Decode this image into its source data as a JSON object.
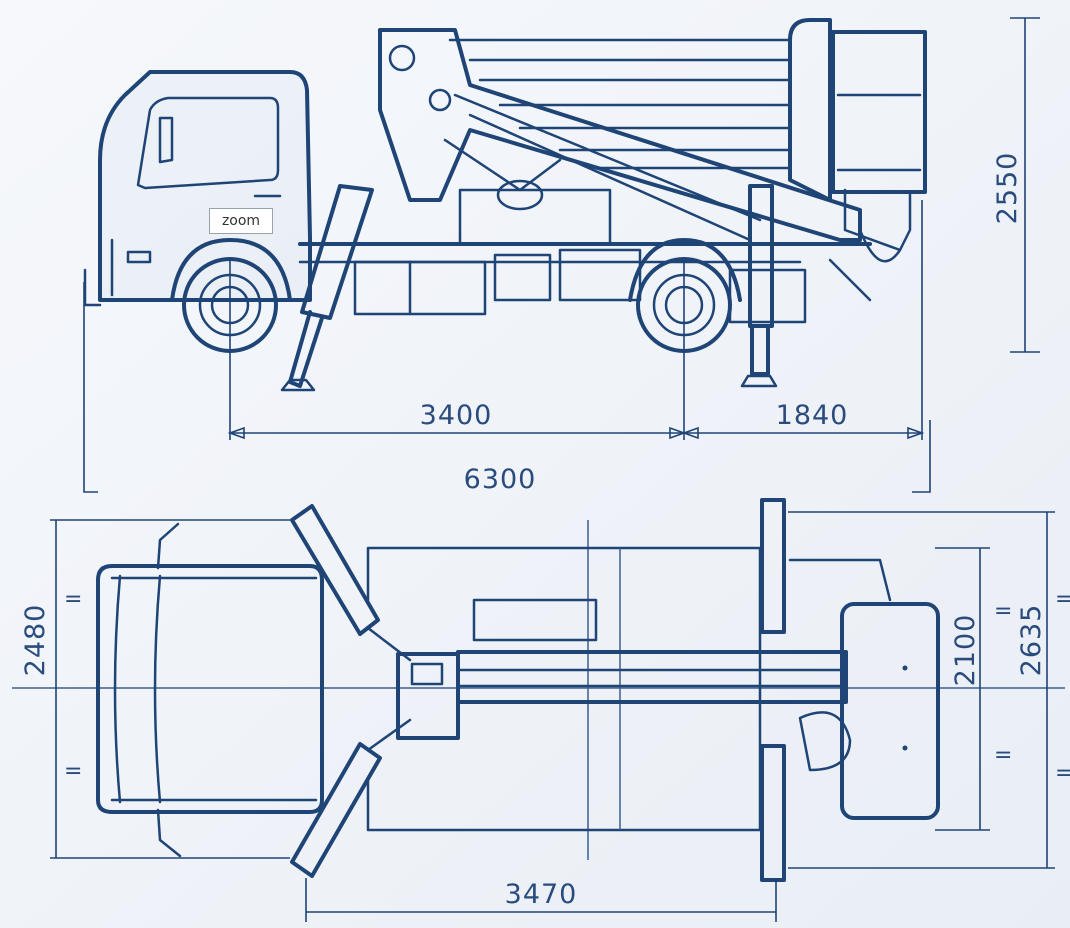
{
  "overlay": {
    "zoom_label": "zoom"
  },
  "dimensions": {
    "height": "2550",
    "wheelbase": "3400",
    "rear_overhang": "1840",
    "overall_length": "6300",
    "width_left": "2480",
    "outrigger_span": "3470",
    "platform_width": "2100",
    "outrigger_width": "2635",
    "equal_mark": "="
  },
  "colors": {
    "line": "#1f4476",
    "background": "#ffffff",
    "soft_fill": "#dce6f1"
  }
}
